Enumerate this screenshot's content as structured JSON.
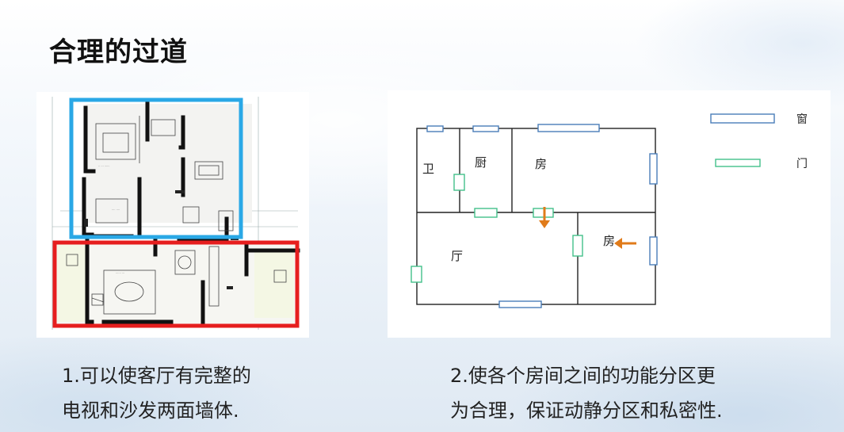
{
  "title": "合理的过道",
  "floor_plan_right": {
    "rooms": {
      "bathroom": "卫",
      "kitchen": "厨",
      "bedroom_top": "房",
      "bedroom_right": "房",
      "living_room": "厅"
    },
    "legend": {
      "window": "窗",
      "door": "门"
    }
  },
  "colors": {
    "blue_highlight": "#2aa8e6",
    "red_highlight": "#e61e1e",
    "window_symbol": "#4a7db8",
    "door_symbol": "#43c08a",
    "arrow": "#e07b1a"
  },
  "captions": {
    "left": [
      "1.可以使客厅有完整的",
      "电视和沙发两面墙体."
    ],
    "right": [
      "2.使各个房间之间的功能分区更",
      "为合理，保证动静分区和私密性."
    ]
  }
}
